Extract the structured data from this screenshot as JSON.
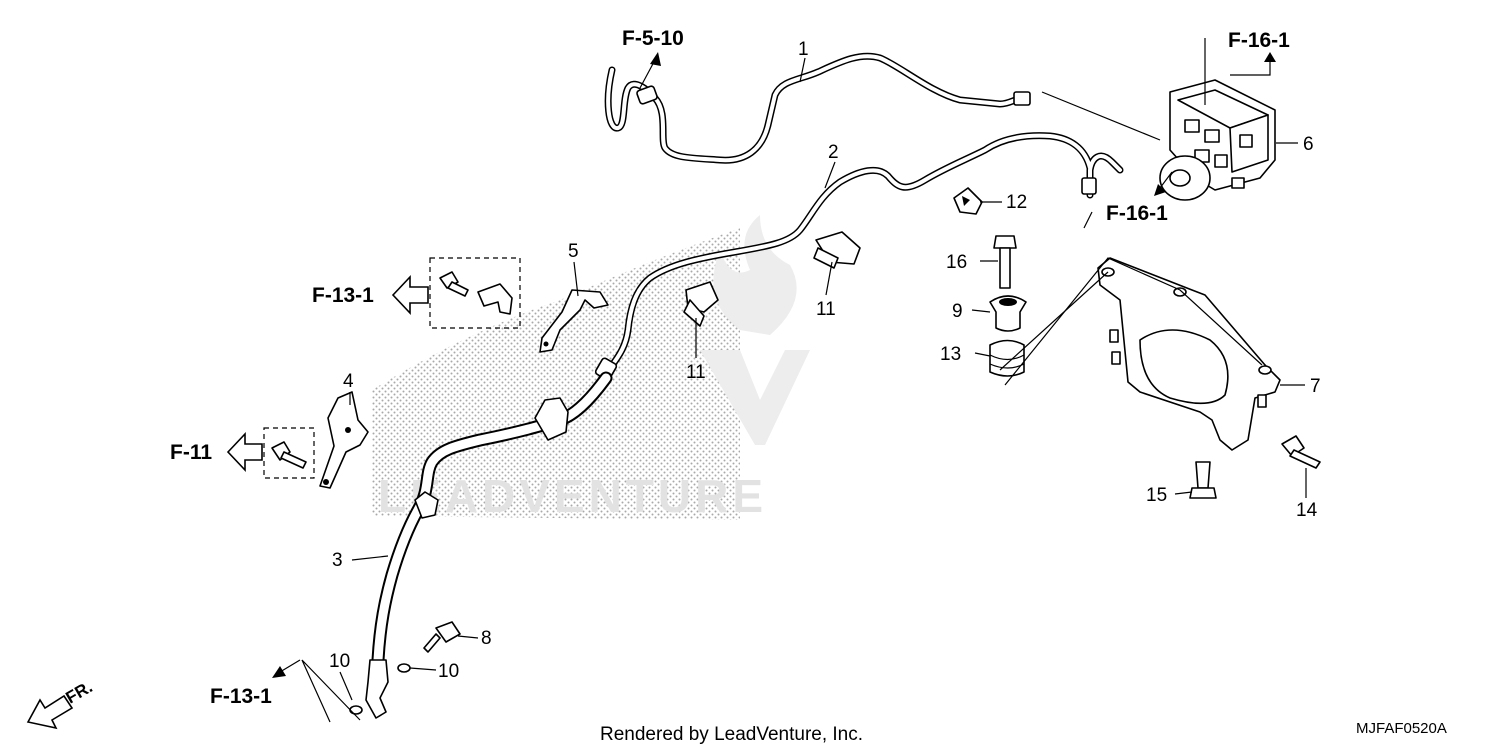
{
  "diagram": {
    "refs": {
      "f5_10": "F-5-10",
      "f16_1_top": "F-16-1",
      "f16_1_mid": "F-16-1",
      "f13_1_left": "F-13-1",
      "f11": "F-11",
      "f13_1_bottom": "F-13-1"
    },
    "callouts": {
      "c1": "1",
      "c2": "2",
      "c3": "3",
      "c4": "4",
      "c5": "5",
      "c6": "6",
      "c7": "7",
      "c8": "8",
      "c9": "9",
      "c10a": "10",
      "c10b": "10",
      "c11a": "11",
      "c11b": "11",
      "c12": "12",
      "c13": "13",
      "c14": "14",
      "c15": "15",
      "c16": "16"
    },
    "front_marker": "FR.",
    "watermark": "LEADVENTURE",
    "footer": "Rendered by LeadVenture, Inc.",
    "diagram_code": "MJFAF0520A"
  }
}
